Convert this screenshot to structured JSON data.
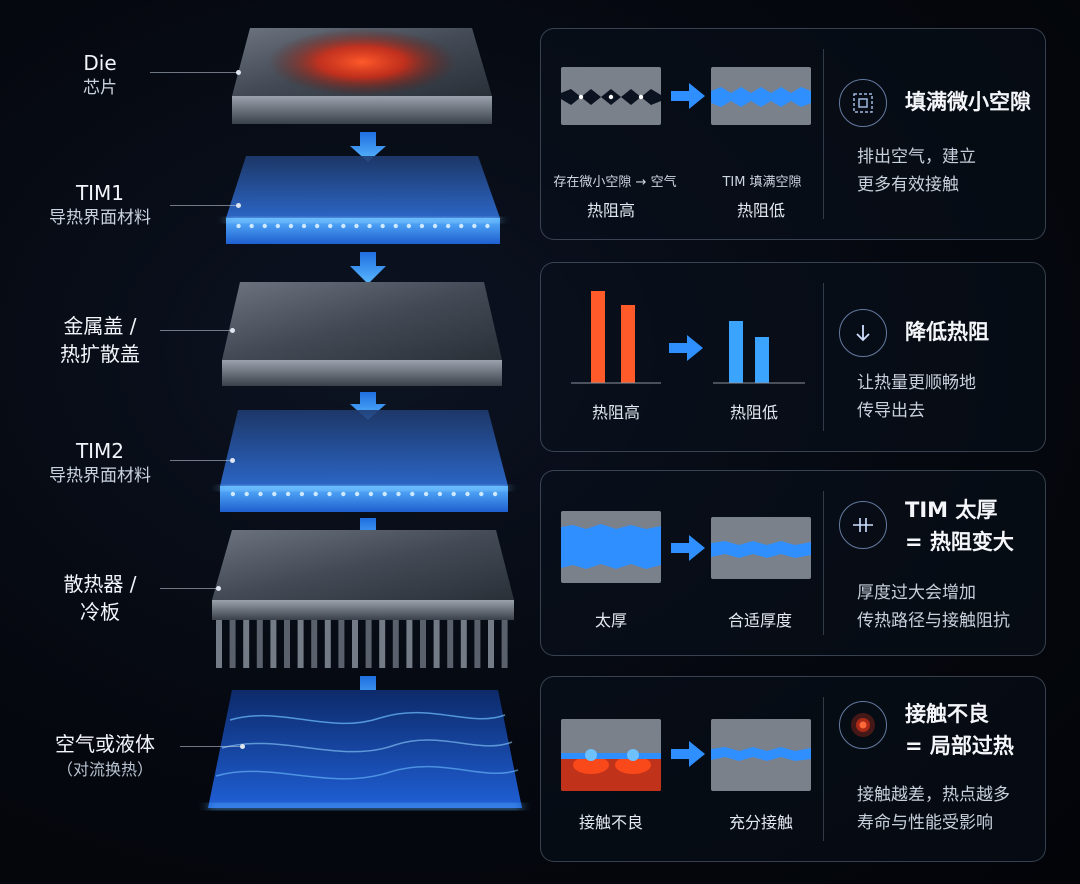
{
  "layers": [
    {
      "en": "Die",
      "zh": "芯片"
    },
    {
      "en": "TIM1",
      "zh": "导热界面材料"
    },
    {
      "line1": "金属盖 /",
      "line2": "热扩散盖"
    },
    {
      "en": "TIM2",
      "zh": "导热界面材料"
    },
    {
      "line1": "散热器 /",
      "line2": "冷板"
    },
    {
      "line1": "空气或液体",
      "sub": "（对流换热）"
    }
  ],
  "panels": [
    {
      "left_caption_top": "存在微小空隙 → 空气",
      "left_caption": "热阻高",
      "right_caption_top": "TIM 填满空隙",
      "right_caption": "热阻低",
      "title": "填满微小空隙",
      "desc1": "排出空气，建立",
      "desc2": "更多有效接触",
      "icon": "dotted-square-icon"
    },
    {
      "left_caption": "热阻高",
      "right_caption": "热阻低",
      "title": "降低热阻",
      "desc1": "让热量更顺畅地",
      "desc2": "传导出去",
      "icon": "down-arrow-icon"
    },
    {
      "left_caption": "太厚",
      "right_caption": "合适厚度",
      "title1": "TIM 太厚",
      "title2": "= 热阻变大",
      "desc1": "厚度过大会增加",
      "desc2": "传热路径与接触阻抗",
      "icon": "thickness-icon"
    },
    {
      "left_caption": "接触不良",
      "right_caption": "充分接触",
      "title1": "接触不良",
      "title2": "= 局部过热",
      "desc1": "接触越差，热点越多",
      "desc2": "寿命与性能受影响",
      "icon": "hotspot-icon"
    }
  ],
  "colors": {
    "accent_blue": "#2f8fff",
    "hot_red": "#ff3a1a",
    "bar_red": "#ff5a2a",
    "bar_blue": "#3aa4ff"
  }
}
